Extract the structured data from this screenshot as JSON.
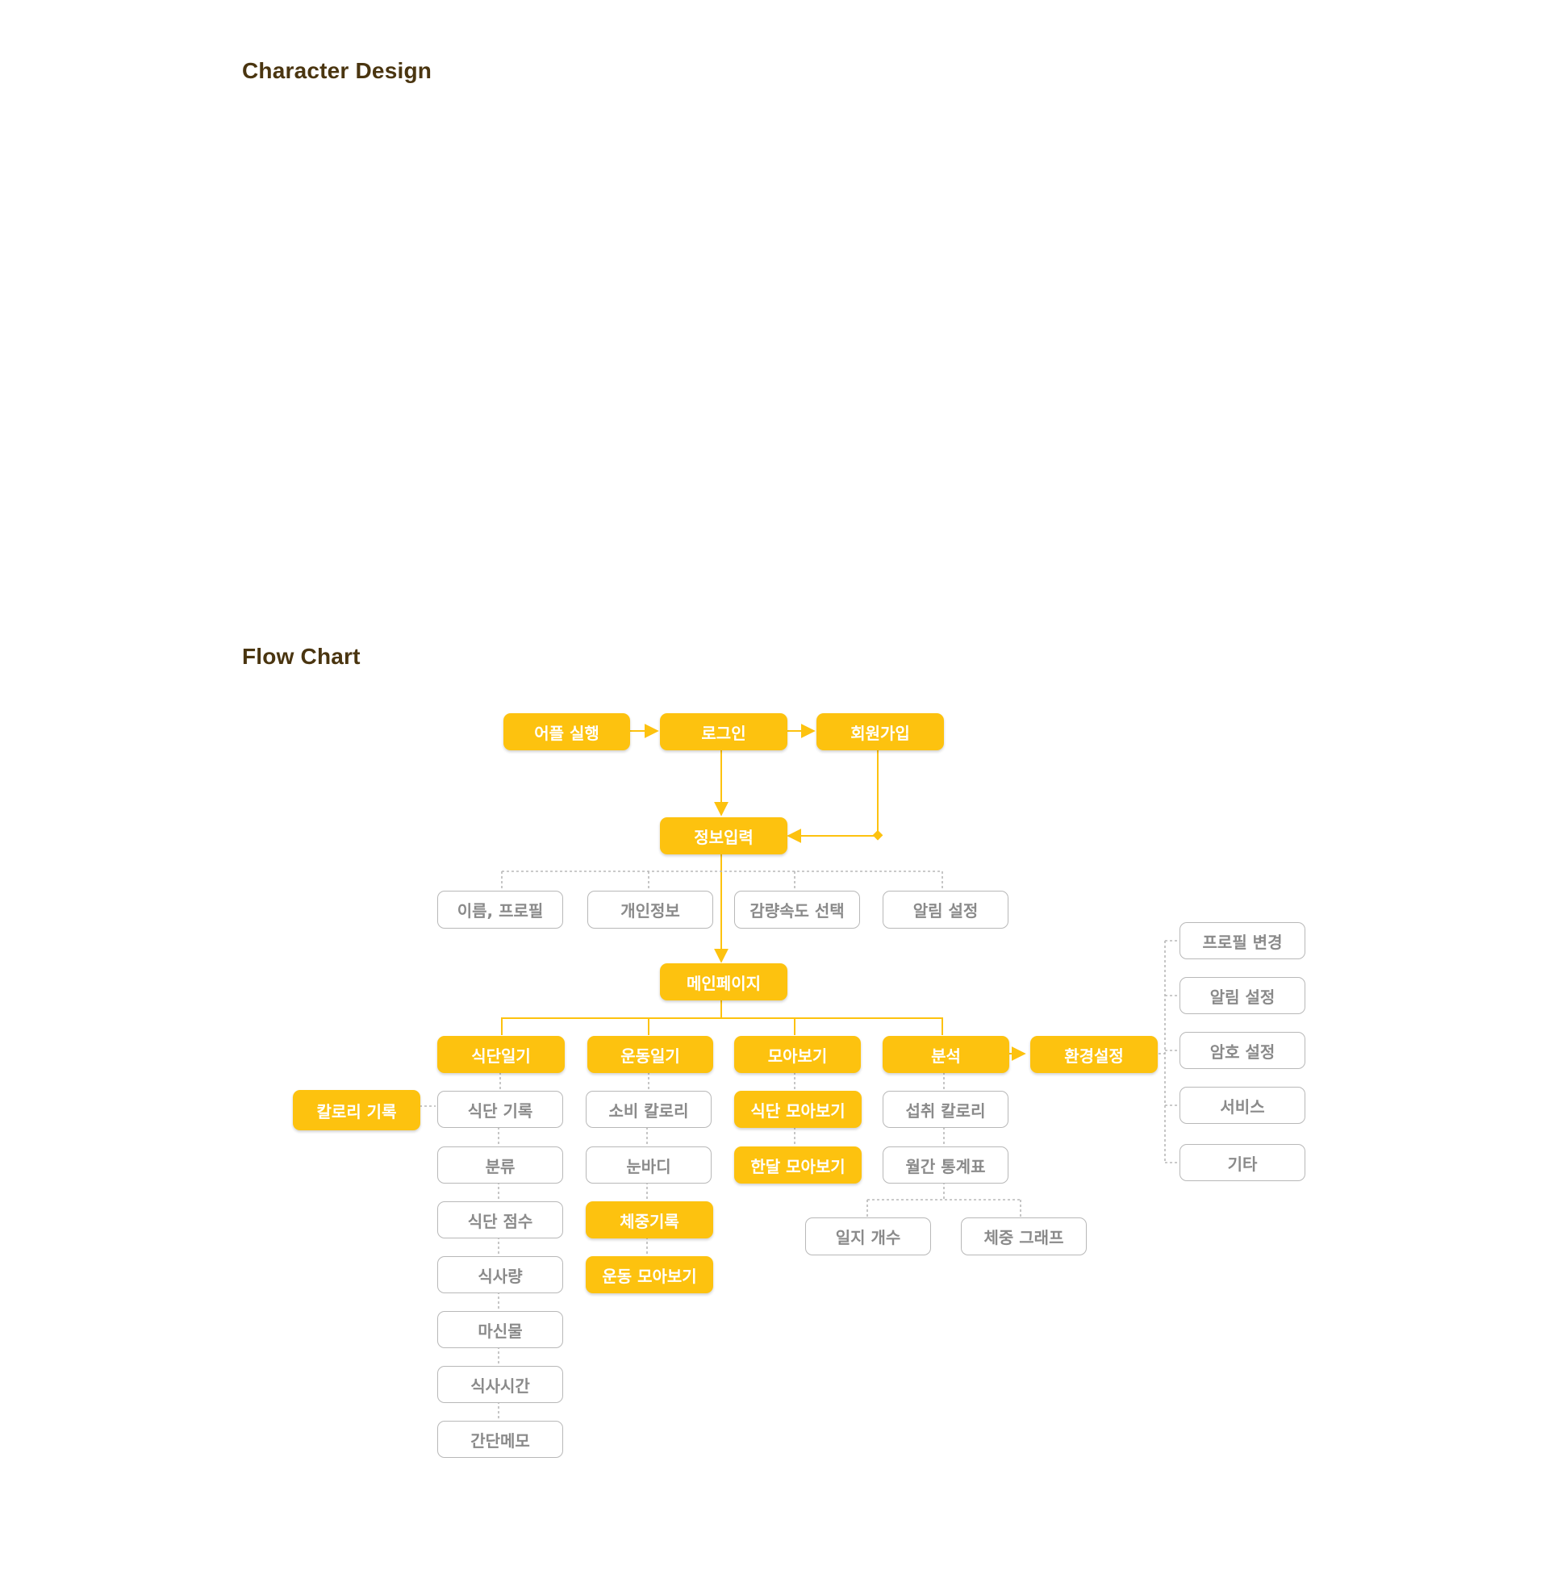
{
  "sections": {
    "character_design": "Character Design",
    "flow_chart": "Flow Chart"
  },
  "colors": {
    "accent": "#fdc20f",
    "title": "#4a3510",
    "outline_border": "#b8b8b8",
    "outline_text": "#8a8a8a"
  },
  "flow": {
    "launch": "어플 실행",
    "login": "로그인",
    "signup": "회원가입",
    "info_input": "정보입력",
    "info_items": [
      "이름, 프로필",
      "개인정보",
      "감량속도 선택",
      "알림 설정"
    ],
    "main": "메인페이지",
    "diet_diary": {
      "label": "식단일기",
      "items": [
        "식단 기록",
        "분류",
        "식단 점수",
        "식사량",
        "마신물",
        "식사시간",
        "간단메모"
      ],
      "calorie_record": "칼로리 기록"
    },
    "exercise_diary": {
      "label": "운동일기",
      "items": [
        "소비 칼로리",
        "눈바디"
      ],
      "highlight_items": [
        "체중기록",
        "운동 모아보기"
      ]
    },
    "collection": {
      "label": "모아보기",
      "highlight_items": [
        "식단 모아보기",
        "한달 모아보기"
      ]
    },
    "analysis": {
      "label": "분석",
      "items": [
        "섭취 칼로리",
        "월간 통계표"
      ],
      "sub_items": [
        "일지 개수",
        "체중 그래프"
      ]
    },
    "settings": {
      "label": "환경설정",
      "items": [
        "프로필 변경",
        "알림 설정",
        "암호 설정",
        "서비스",
        "기타"
      ]
    }
  }
}
